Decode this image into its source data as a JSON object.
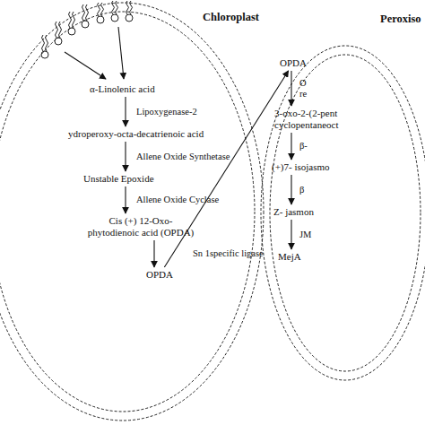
{
  "diagram": {
    "nodes": [
      {
        "text": [
          "Chloroplast"
        ]
      },
      {
        "text": [
          "α-Linolenic acid"
        ],
        "in": 0
      },
      {
        "text": [
          "ydroperoxy-octa-decatrienoic acid"
        ],
        "in": 0
      },
      {
        "text": [
          "Unstable Epoxide"
        ],
        "in": 0
      },
      {
        "text": [
          "Cis (+) 12-Oxo- phytodienoic acid (OPDA)"
        ],
        "in": 0
      },
      {
        "text": [
          "OPDA"
        ],
        "in": 0
      },
      {
        "text": [
          "Peroxiso"
        ]
      },
      {
        "text": [
          "OPDA"
        ],
        "in": 6
      },
      {
        "text": [
          "3-oxo-2-(2-pent cyclopentaneoct"
        ],
        "in": 6
      },
      {
        "text": [
          "(+)7- isojasmo"
        ],
        "in": 6
      },
      {
        "text": [
          "Z- jasmon"
        ],
        "in": 6
      },
      {
        "text": [
          "MejA"
        ],
        "in": 6
      }
    ],
    "edges": [
      {
        "from": 1,
        "to": 2,
        "arrow": "to",
        "label": "Lipoxygenase-2"
      },
      {
        "from": 2,
        "to": 3,
        "arrow": "to",
        "label": "Allene Oxide Synthetase"
      },
      {
        "from": 3,
        "to": 4,
        "arrow": "to",
        "label": "Allene Oxide Cyclase"
      },
      {
        "from": 4,
        "to": 5,
        "arrow": "to",
        "label": "Sn 1specific ligase"
      },
      {
        "from": 5,
        "to": 7,
        "arrow": "to"
      },
      {
        "from": 7,
        "to": 8,
        "arrow": "to",
        "label": "O re"
      },
      {
        "from": 8,
        "to": 9,
        "arrow": "to",
        "label": "β-"
      },
      {
        "from": 9,
        "to": 10,
        "arrow": "to",
        "label": "β"
      },
      {
        "from": 10,
        "to": 11,
        "arrow": "to",
        "label": "JM"
      }
    ]
  }
}
